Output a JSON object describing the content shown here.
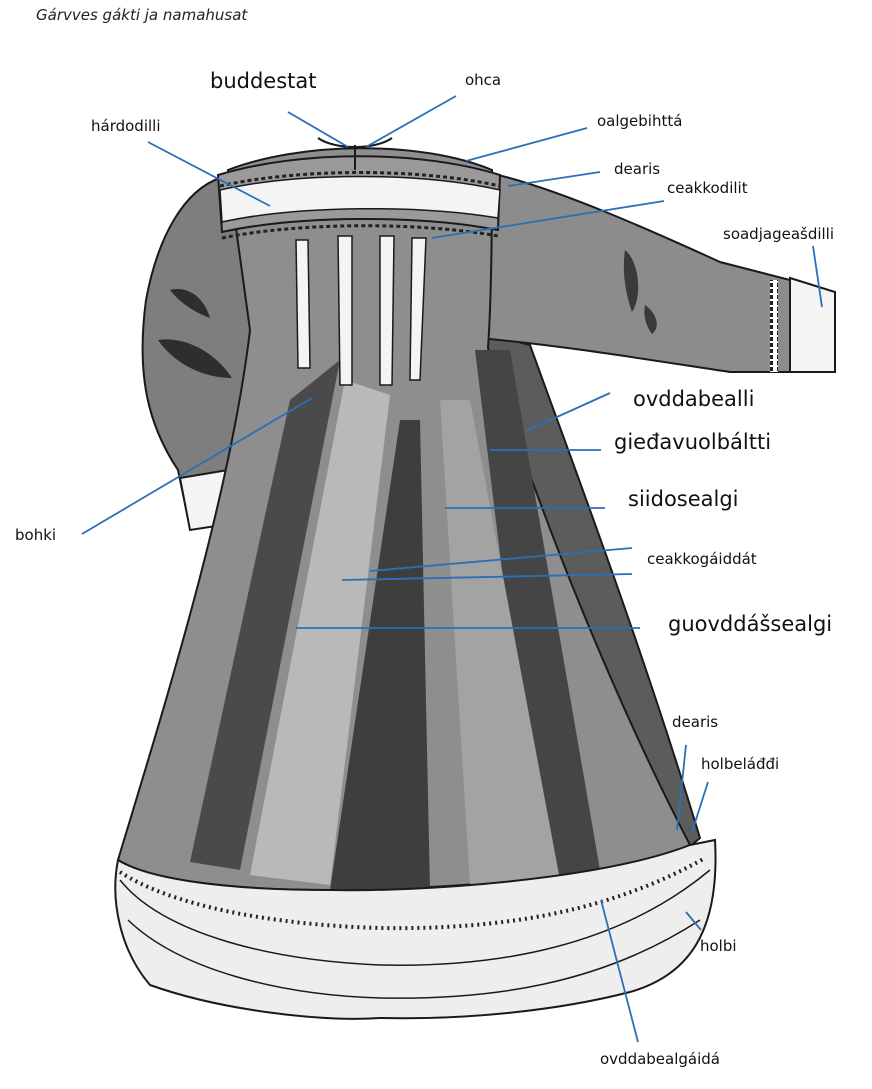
{
  "caption": "Gárvves gákti ja namahusat",
  "labels": {
    "buddestat": "buddestat",
    "ohca": "ohca",
    "oalgebihtta": "oalgebihttá",
    "hardodilli": "hárdodilli",
    "dearis_top": "dearis",
    "ceakkodilit": "ceakkodilit",
    "soadjageasdilli": "soadjageašdilli",
    "ovddabealli": "ovddabealli",
    "giedavuolbaltti": "gieđavuolbáltti",
    "siidosealgi": "siidosealgi",
    "bohki": "bohki",
    "ceakkogaiddat": "ceakkogáiddát",
    "guovddassealgi": "guovddášsealgi",
    "dearis_bottom": "dearis",
    "holbeladdi": "holbeláđđi",
    "holbi": "holbi",
    "ovddabealgaida": "ovddabealgáidá"
  },
  "colors": {
    "leader_line": "#2a6fb8",
    "fabric": "#8a8a8a",
    "fabric_dark": "#4a4a4a",
    "fabric_light": "#b9b9b9",
    "trim": "#f4f4f4"
  }
}
